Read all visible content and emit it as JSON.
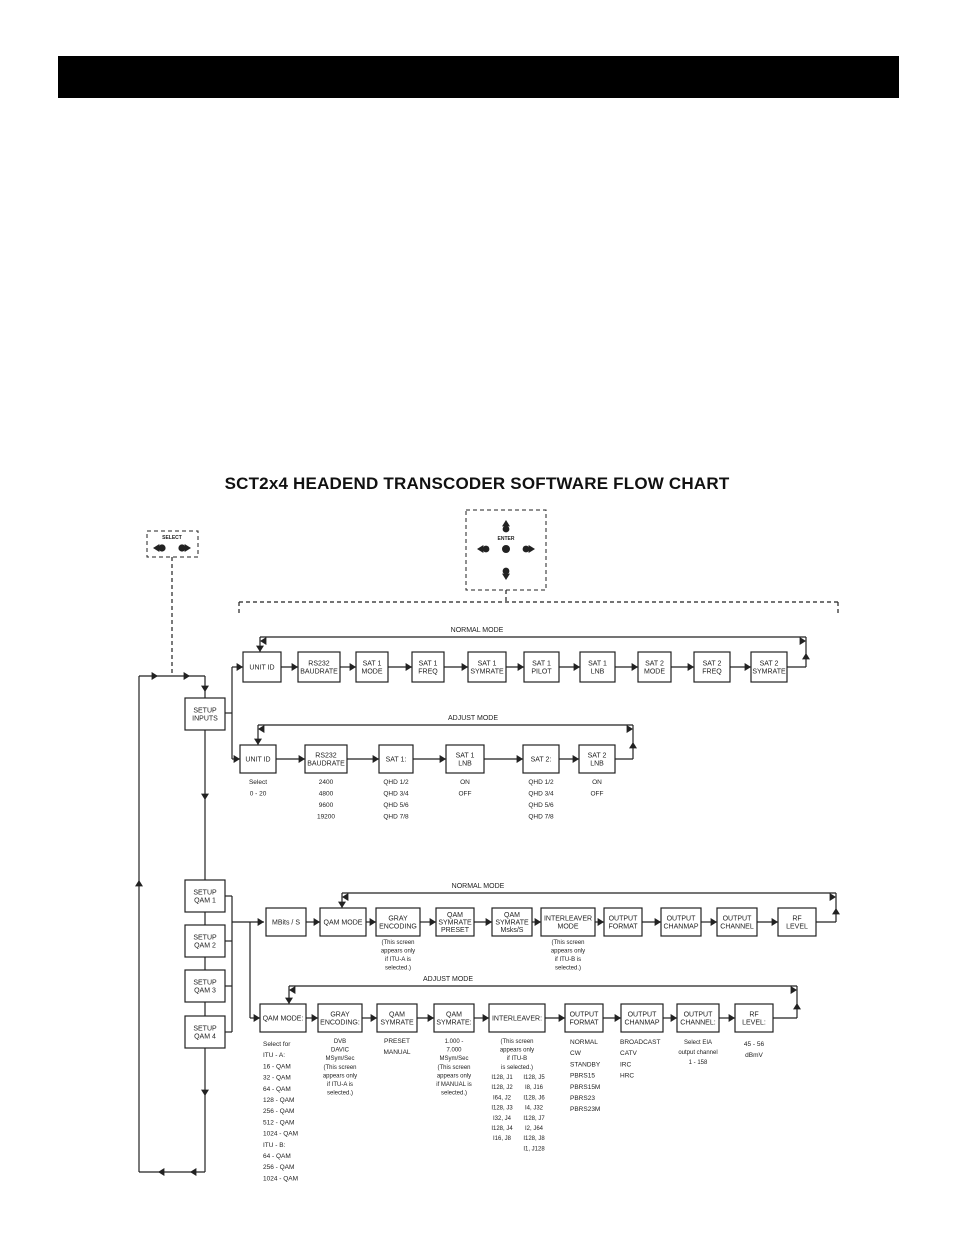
{
  "title": "SCT2x4 HEADEND TRANSCODER SOFTWARE FLOW CHART",
  "keypad": {
    "select_label": "SELECT",
    "enter_label": "ENTER"
  },
  "setup_nodes": [
    {
      "id": "inputs",
      "lines": [
        "SETUP",
        "INPUTS"
      ]
    },
    {
      "id": "qam1",
      "lines": [
        "SETUP",
        "QAM 1"
      ]
    },
    {
      "id": "qam2",
      "lines": [
        "SETUP",
        "QAM 2"
      ]
    },
    {
      "id": "qam3",
      "lines": [
        "SETUP",
        "QAM 3"
      ]
    },
    {
      "id": "qam4",
      "lines": [
        "SETUP",
        "QAM 4"
      ]
    }
  ],
  "inputs_normal": {
    "mode_label": "NORMAL MODE",
    "nodes": [
      {
        "lines": [
          "UNIT ID"
        ]
      },
      {
        "lines": [
          "RS232",
          "BAUDRATE"
        ]
      },
      {
        "lines": [
          "SAT 1",
          "MODE"
        ]
      },
      {
        "lines": [
          "SAT 1",
          "FREQ"
        ]
      },
      {
        "lines": [
          "SAT 1",
          "SYMRATE"
        ]
      },
      {
        "lines": [
          "SAT 1",
          "PILOT"
        ]
      },
      {
        "lines": [
          "SAT 1",
          "LNB"
        ]
      },
      {
        "lines": [
          "SAT 2",
          "MODE"
        ]
      },
      {
        "lines": [
          "SAT 2",
          "FREQ"
        ]
      },
      {
        "lines": [
          "SAT 2",
          "SYMRATE"
        ]
      }
    ]
  },
  "inputs_adjust": {
    "mode_label": "ADJUST MODE",
    "nodes": [
      {
        "lines": [
          "UNIT ID"
        ],
        "options": [
          "Select",
          "0 - 20"
        ]
      },
      {
        "lines": [
          "RS232",
          "BAUDRATE"
        ],
        "options": [
          "2400",
          "4800",
          "9600",
          "19200"
        ]
      },
      {
        "lines": [
          "SAT 1:"
        ],
        "options": [
          "QHD 1/2",
          "QHD 3/4",
          "QHD 5/6",
          "QHD 7/8"
        ]
      },
      {
        "lines": [
          "SAT 1",
          "LNB"
        ],
        "options": [
          "ON",
          "OFF"
        ]
      },
      {
        "lines": [
          "SAT 2:"
        ],
        "options": [
          "QHD 1/2",
          "QHD 3/4",
          "QHD 5/6",
          "QHD 7/8"
        ]
      },
      {
        "lines": [
          "SAT 2",
          "LNB"
        ],
        "options": [
          "ON",
          "OFF"
        ]
      }
    ]
  },
  "qam_normal": {
    "mode_label": "NORMAL MODE",
    "nodes": [
      {
        "lines": [
          "MBits / S"
        ]
      },
      {
        "lines": [
          "QAM MODE"
        ]
      },
      {
        "lines": [
          "GRAY",
          "ENCODING"
        ],
        "notes": [
          "(This screen",
          "appears only",
          "if ITU-A is",
          "selected.)"
        ]
      },
      {
        "lines": [
          "QAM",
          "SYMRATE",
          "PRESET"
        ]
      },
      {
        "lines": [
          "QAM",
          "SYMRATE",
          "Msks/S"
        ]
      },
      {
        "lines": [
          "INTERLEAVER",
          "MODE"
        ],
        "notes": [
          "(This screen",
          "appears only",
          "if ITU-B is",
          "selected.)"
        ]
      },
      {
        "lines": [
          "OUTPUT",
          "FORMAT"
        ]
      },
      {
        "lines": [
          "OUTPUT",
          "CHANMAP"
        ]
      },
      {
        "lines": [
          "OUTPUT",
          "CHANNEL"
        ]
      },
      {
        "lines": [
          "RF",
          "LEVEL"
        ]
      }
    ]
  },
  "qam_adjust": {
    "mode_label": "ADJUST MODE",
    "nodes": [
      {
        "lines": [
          "QAM MODE:"
        ],
        "options": [
          "Select for",
          "ITU - A:",
          "16 - QAM",
          "32 - QAM",
          "64 - QAM",
          "128 - QAM",
          "256 - QAM",
          "512 - QAM",
          "1024 - QAM",
          "ITU - B:",
          "64 - QAM",
          "256 - QAM",
          "1024 - QAM"
        ]
      },
      {
        "lines": [
          "GRAY",
          "ENCODING:"
        ],
        "options": [
          "DVB",
          "DAVIC",
          "MSym/Sec",
          "(This screen",
          "appears only",
          "if ITU-A is",
          "selected.)"
        ]
      },
      {
        "lines": [
          "QAM",
          "SYMRATE"
        ],
        "options": [
          "PRESET",
          "MANUAL"
        ]
      },
      {
        "lines": [
          "QAM",
          "SYMRATE:"
        ],
        "options": [
          "1.000 -",
          "7.000",
          "MSym/Sec",
          "(This screen",
          "appears only",
          "if MANUAL is",
          "selected.)"
        ]
      },
      {
        "lines": [
          "INTERLEAVER:"
        ],
        "options": [
          "(This screen",
          "appears only",
          "if ITU-B",
          "is selected.)"
        ],
        "table": [
          [
            "I128, J1",
            "I128, J5"
          ],
          [
            "I128, J2",
            "I8, J16"
          ],
          [
            "I64, J2",
            "I128, J6"
          ],
          [
            "I128, J3",
            "I4, J32"
          ],
          [
            "I32, J4",
            "I128, J7"
          ],
          [
            "I128, J4",
            "I2, J64"
          ],
          [
            "I16, J8",
            "I128, J8"
          ],
          [
            "",
            "I1, J128"
          ]
        ]
      },
      {
        "lines": [
          "OUTPUT",
          "FORMAT"
        ],
        "options": [
          "NORMAL",
          "CW",
          "STANDBY",
          "PBRS15",
          "PBRS15M",
          "PBRS23",
          "PBRS23M"
        ]
      },
      {
        "lines": [
          "OUTPUT",
          "CHANMAP"
        ],
        "options": [
          "BROADCAST",
          "CATV",
          "IRC",
          "HRC"
        ]
      },
      {
        "lines": [
          "OUTPUT",
          "CHANNEL:"
        ],
        "options": [
          "Select EIA",
          "output channel",
          "1 - 158"
        ]
      },
      {
        "lines": [
          "RF",
          "LEVEL:"
        ],
        "options": [
          "45 - 56",
          "dBmV"
        ]
      }
    ]
  }
}
